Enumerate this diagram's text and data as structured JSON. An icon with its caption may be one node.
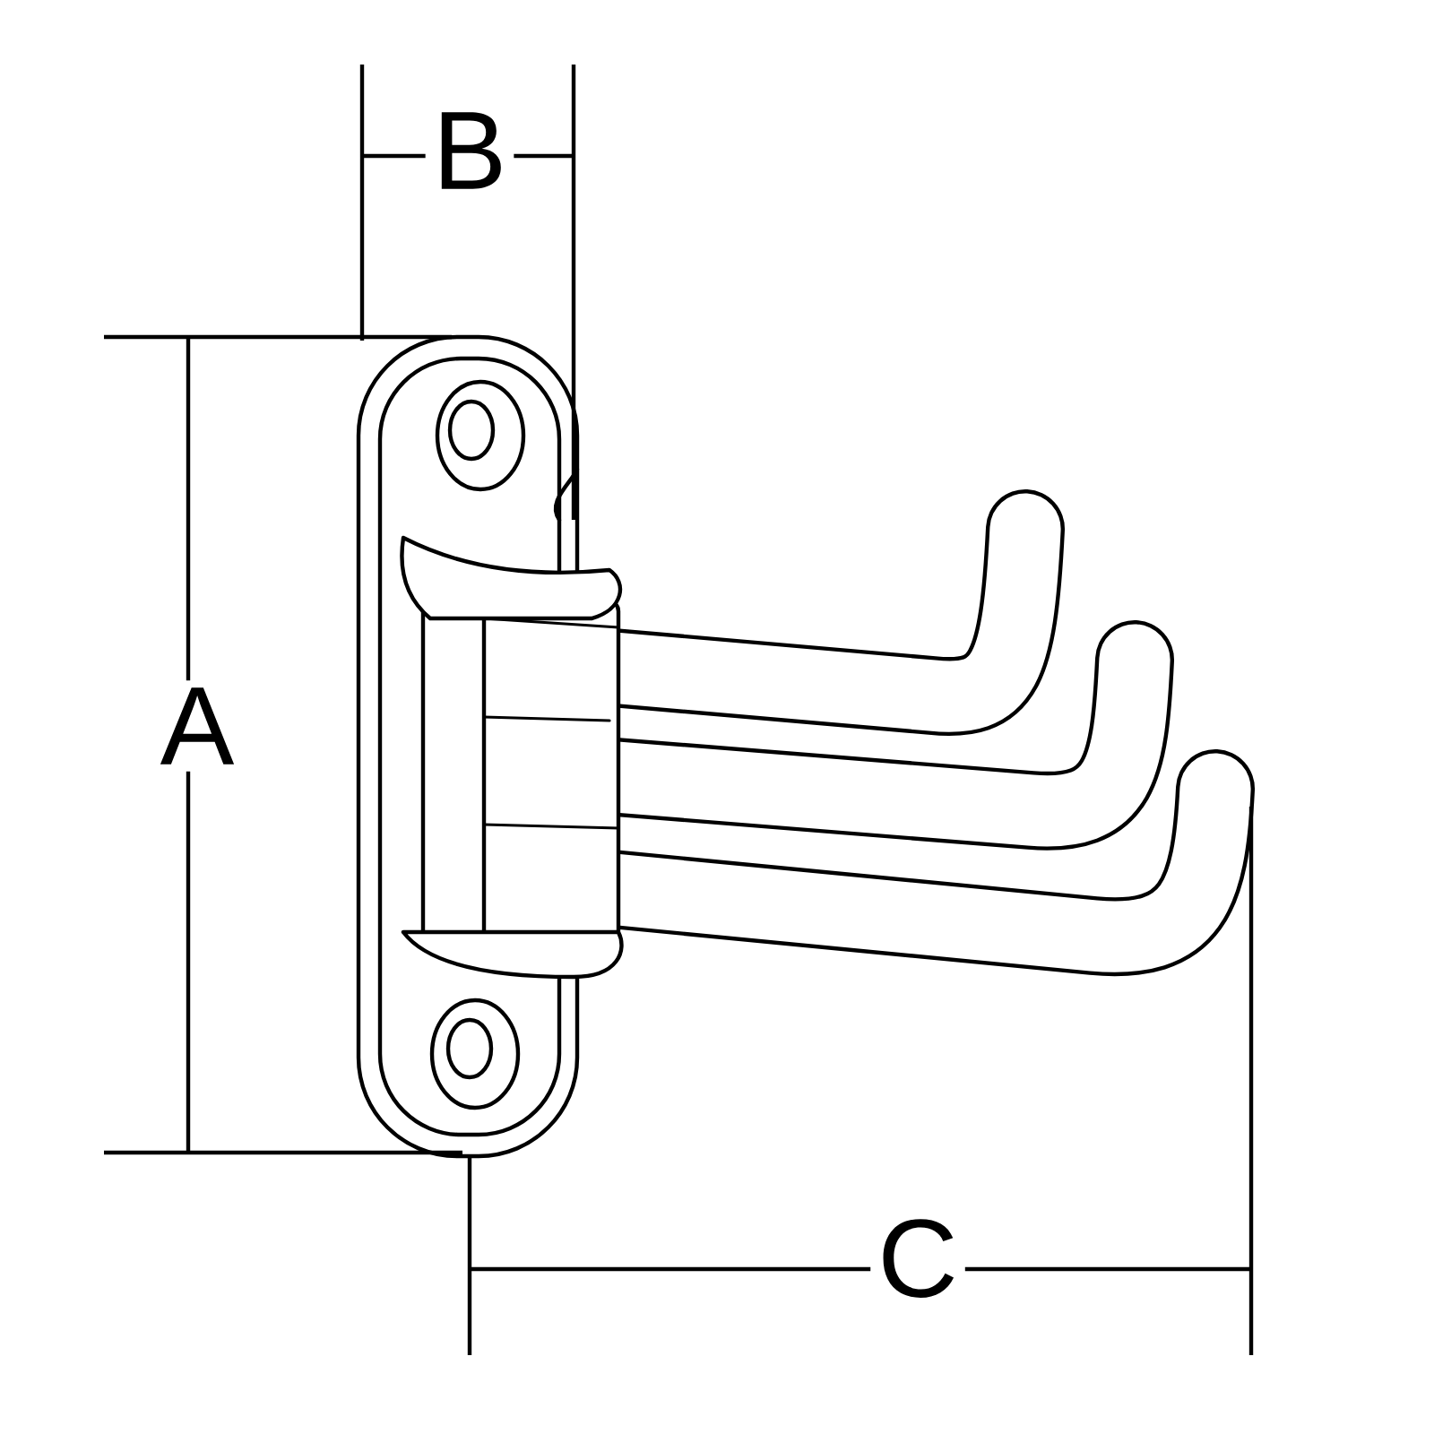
{
  "diagram": {
    "labels": [
      "B",
      "A",
      "C"
    ]
  }
}
